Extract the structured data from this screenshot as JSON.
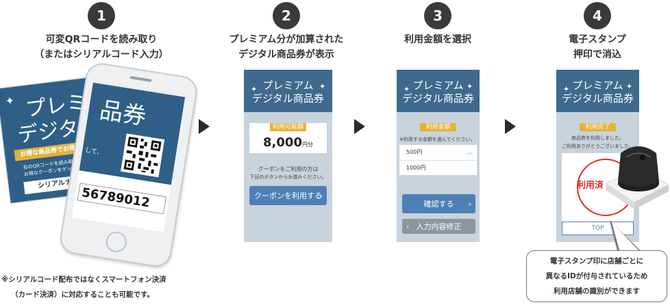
{
  "steps": [
    {
      "num": "1",
      "title_line1": "可変QRコードを読み取り",
      "title_line2": "（またはシリアルコード入力）"
    },
    {
      "num": "2",
      "title_line1": "プレミアム分が加算された",
      "title_line2": "デジタル商品券が表示"
    },
    {
      "num": "3",
      "title_line1": "利用金額を選択",
      "title_line2": ""
    },
    {
      "num": "4",
      "title_line1": "電子スタンプ",
      "title_line2": "押印で消込"
    }
  ],
  "card": {
    "title_a": "プレミ",
    "title_b": "デジタル",
    "ribbon": "お得な商品券でお得に",
    "qr_text_1": "右のQRコードを読み取りシリアル",
    "qr_text_2": "お得なクーポンをゲットしよう！",
    "serial_label": "シリアルナンバ"
  },
  "phone1": {
    "title": "品券",
    "suffix": "して、",
    "serial": "56789012"
  },
  "voucher_title_1": "プレミアム",
  "voucher_title_2": "デジタル商品券",
  "screen2": {
    "badge": "利用可能額",
    "amount": "8,000",
    "unit": "円分",
    "desc1": "クーポンをご利用の方は",
    "desc2": "下記のボタンからお進みください。",
    "button": "クーポンを利用する",
    "chevron": "›"
  },
  "screen3": {
    "badge": "利用金額",
    "instruction": "※利用する金額を選んでください。",
    "option1": "500円",
    "option2": "1000円",
    "up_icon": "︿",
    "confirm": "確認する",
    "chevron": "›",
    "back_chevron": "‹",
    "back": "入力内容修正"
  },
  "screen4": {
    "badge": "利用完了",
    "msg1": "商品券を利用しました。",
    "msg2": "ご利用ありがとうございました。",
    "stamp_text": "利用済",
    "top_button": "TOP"
  },
  "callout": {
    "line1": "電子スタンプ印に店舗ごとに",
    "line2": "異なるIDが付与されているため",
    "line3": "利用店舗の識別ができます"
  },
  "footnote": {
    "line1": "※シリアルコード配布ではなくスマートフォン決済",
    "line2": "（カード決済）に対応することも可能です。"
  },
  "colors": {
    "header_blue": "#3f6a8e",
    "screen_bg": "#c9d3dc",
    "gold": "#e2b33a",
    "button_blue": "#4e80b6",
    "button_gray": "#8d969f",
    "stamp_red": "#e22c2c"
  }
}
